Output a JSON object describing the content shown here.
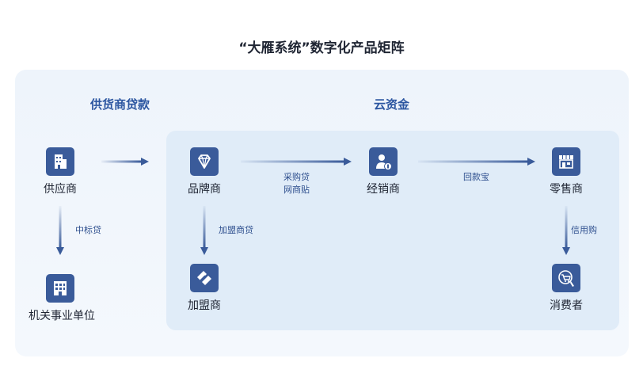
{
  "title": "“大雁系统”数字化产品矩阵",
  "sections": {
    "supplier_loan": "供货商贷款",
    "cloud_fund": "云资金"
  },
  "nodes": {
    "supplier": "供应商",
    "institution": "机关事业单位",
    "brand": "品牌商",
    "franchisee": "加盟商",
    "distributor": "经销商",
    "retailer": "零售商",
    "consumer": "消费者"
  },
  "edges": {
    "bid_loan": "中标贷",
    "franchise_loan": "加盟商贷",
    "purchase_loan": "采购贷",
    "network_discount": "网商贴",
    "payment_treasure": "回款宝",
    "credit_purchase": "信用购"
  },
  "colors": {
    "icon_bg": "#3a5b9a",
    "arrow": "#3a5b9a",
    "section_title": "#2b55a0",
    "outer_panel": "#eef4fb",
    "inner_panel": "#e0ecf8"
  },
  "icons": {
    "supplier": "building-icon",
    "institution": "office-building-icon",
    "brand": "diamond-icon",
    "franchisee": "handshake-icon",
    "distributor": "person-badge-icon",
    "retailer": "storefront-icon",
    "consumer": "shopping-cart-icon"
  }
}
